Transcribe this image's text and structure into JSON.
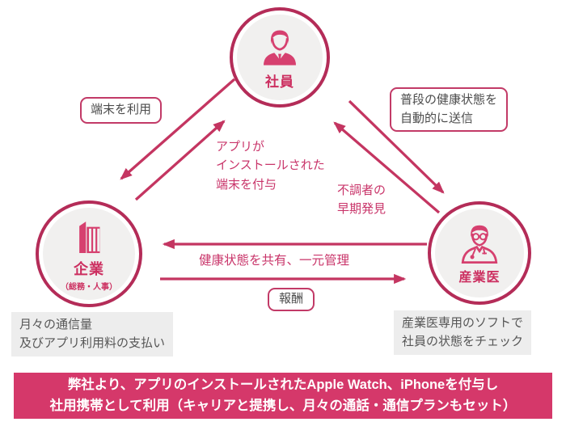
{
  "nodes": {
    "employee": {
      "label": "社員"
    },
    "company": {
      "label": "企業",
      "sublabel": "（総務・人事）"
    },
    "physician": {
      "label": "産業医"
    }
  },
  "edge_labels": {
    "use_device": "端末を利用",
    "send_health": "普段の健康状態を\n自動的に送信",
    "provide_device": "アプリが\nインストールされた\n端末を付与",
    "early_detection": "不調者の\n早期発見",
    "share_health": "健康状態を共有、一元管理",
    "reward": "報酬"
  },
  "notes": {
    "company_note": "月々の通信量\n及びアプリ利用料の支払い",
    "physician_note": "産業医専用のソフトで\n社員の状態をチェック"
  },
  "banner": {
    "line1": "弊社より、アプリのインストールされたApple Watch、iPhoneを付与し",
    "line2": "社用携帯として利用（キャリアと提携し、月々の通話・通信プランもセット）"
  },
  "colors": {
    "accent_pink": "#c9356a",
    "ring_pink": "#b42c58",
    "icon_pink": "#d6406f",
    "banner_bg": "#d5386a",
    "note_bg": "#ededed",
    "note_text": "#565656"
  },
  "icons": [
    "employee-person-icon",
    "company-building-icon",
    "physician-doctor-icon"
  ]
}
